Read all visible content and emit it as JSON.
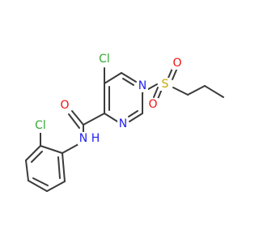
{
  "molecule": {
    "atoms": {
      "cl_top": {
        "text": "Cl",
        "color": "#33aa33"
      },
      "cl_left": {
        "text": "Cl",
        "color": "#33aa33"
      },
      "n_ring_top": {
        "text": "N",
        "color": "#2222ee"
      },
      "n_ring_bottom": {
        "text": "N",
        "color": "#2222ee"
      },
      "o_carbonyl": {
        "text": "O",
        "color": "#ee1111"
      },
      "nh": {
        "text": "N",
        "color": "#2222ee"
      },
      "nh_h": {
        "text": "H",
        "color": "#2222ee"
      },
      "s": {
        "text": "S",
        "color": "#c8a800"
      },
      "o_sulfonyl_top": {
        "text": "O",
        "color": "#ee1111"
      },
      "o_sulfonyl_bottom": {
        "text": "O",
        "color": "#ee1111"
      }
    },
    "bond_color": "#3b3b3b"
  }
}
